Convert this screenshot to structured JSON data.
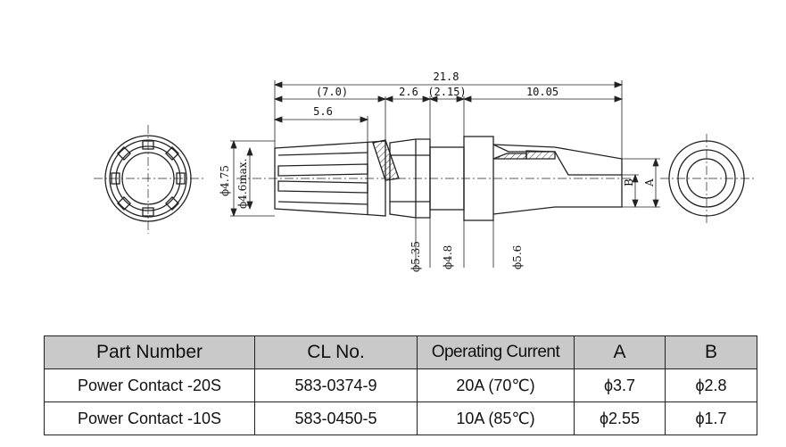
{
  "drawing": {
    "dimensions": {
      "overall": "21.8",
      "seg1": "(7.0)",
      "seg2": "2.6",
      "seg3": "(2.15)",
      "seg4": "10.05",
      "inner": "5.6",
      "dia_outer": "ϕ4.75",
      "dia_inner": "ϕ4.6max.",
      "dia_535": "ϕ5.35",
      "dia_48": "ϕ4.8",
      "dia_56": "ϕ5.6",
      "label_a": "A",
      "label_b": "B"
    }
  },
  "table": {
    "headers": [
      "Part Number",
      "CL No.",
      "Operating Current",
      "A",
      "B"
    ],
    "rows": [
      [
        "Power Contact -20S",
        "583-0374-9",
        "20A (70℃)",
        "ϕ3.7",
        "ϕ2.8"
      ],
      [
        "Power Contact -10S",
        "583-0450-5",
        "10A (85℃)",
        "ϕ2.55",
        "ϕ1.7"
      ]
    ]
  }
}
